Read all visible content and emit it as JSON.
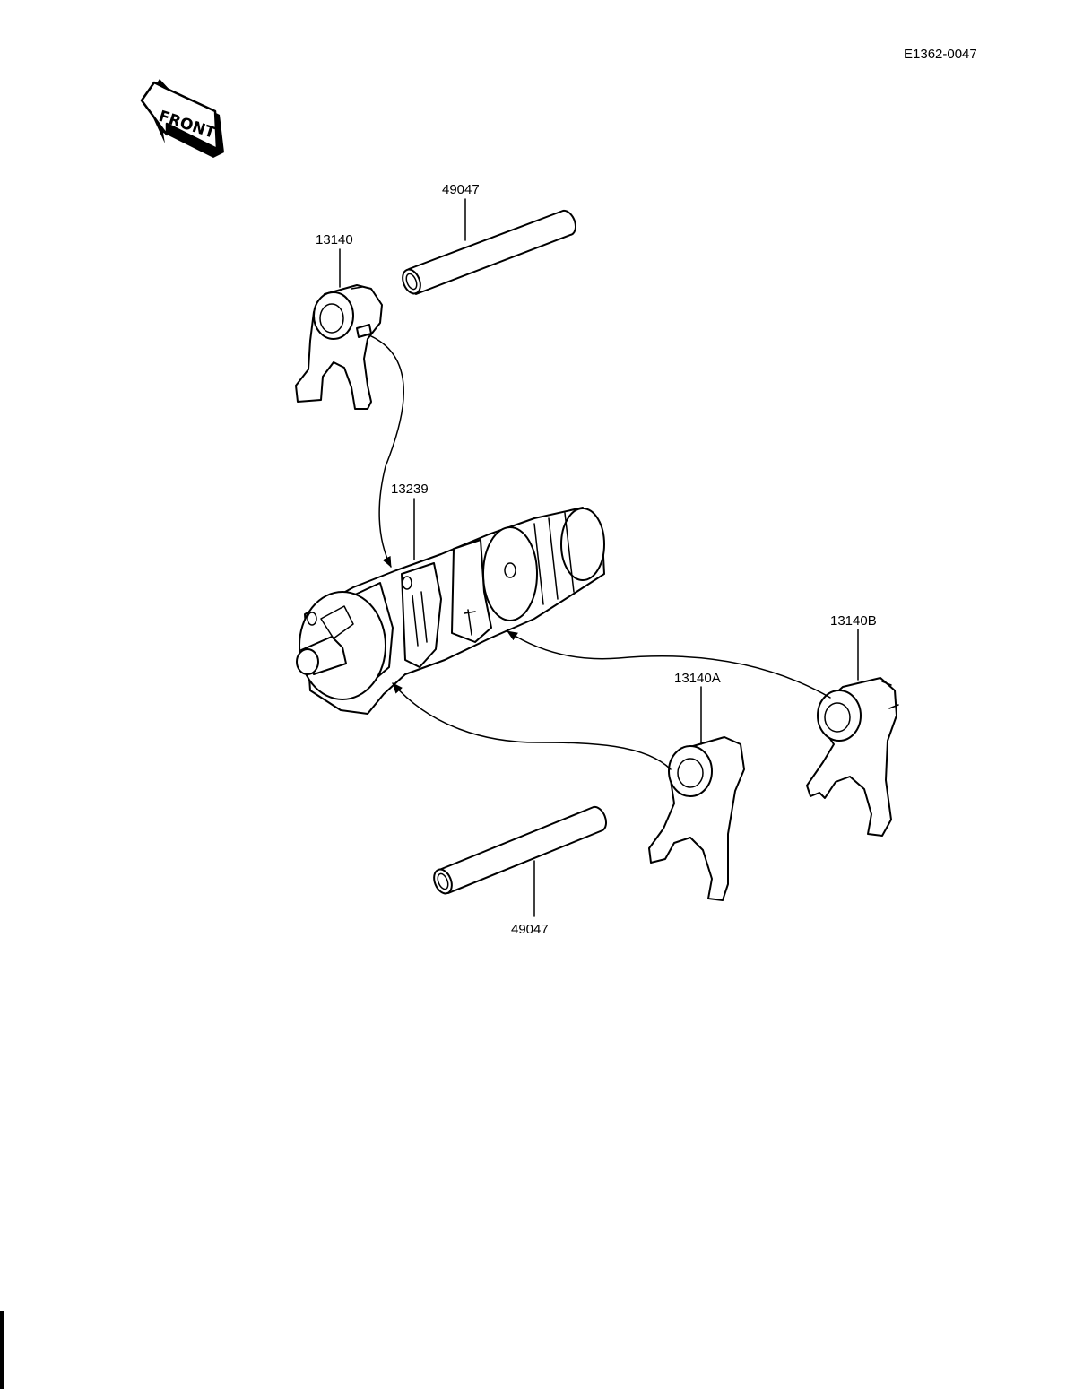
{
  "diagram": {
    "drawing_code": "E1362-0047",
    "front_badge": "FRONT",
    "labels": {
      "shaft_top": "49047",
      "fork_top": "13140",
      "drum": "13239",
      "fork_b": "13140B",
      "fork_a": "13140A",
      "shaft_bottom": "49047"
    }
  }
}
